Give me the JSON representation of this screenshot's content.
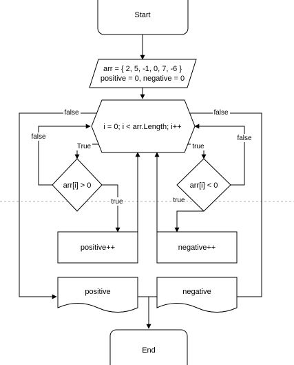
{
  "nodes": {
    "start": "Start",
    "init_line1": "arr = { 2, 5, -1, 0, 7, -6 }",
    "init_line2": "positive = 0, negative = 0",
    "loop": "i = 0; i < arr.Length; i++",
    "cond_pos": "arr[i] > 0",
    "cond_neg": "arr[i] < 0",
    "inc_pos": "positive++",
    "inc_neg": "negative++",
    "out_pos": "positive",
    "out_neg": "negative",
    "end": "End"
  },
  "edge_labels": {
    "loop_false_left": "false",
    "loop_false_right": "false",
    "cond_pos_false": "false",
    "cond_neg_false": "false",
    "loop_true_left": "True",
    "loop_true_right": "true",
    "cond_pos_true": "true",
    "cond_neg_true": "true"
  }
}
